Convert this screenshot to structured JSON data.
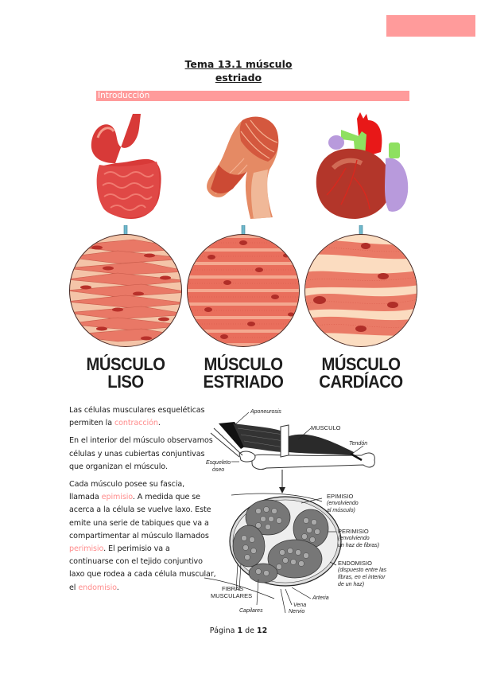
{
  "header": {
    "corner_tab_color": "#ff9b9b"
  },
  "title": {
    "line1": "Tema 13.1 músculo",
    "line2": "estriado"
  },
  "section": {
    "label": "Introducción",
    "bar_color": "#ff9b9b"
  },
  "figure_types": {
    "columns": [
      {
        "line1": "MÚSCULO",
        "line2": "LISO",
        "organ": "stomach-intestines"
      },
      {
        "line1": "MÚSCULO",
        "line2": "ESTRIADO",
        "organ": "arm-muscle"
      },
      {
        "line1": "MÚSCULO",
        "line2": "CARDÍACO",
        "organ": "heart"
      }
    ],
    "arrow_color": "#6fb8cc"
  },
  "body": {
    "p1_a": "Las células musculares esqueléticas permiten la ",
    "p1_hl": "contracción",
    "p1_b": ".",
    "p2": "En el interior del músculo observamos células y unas cubiertas conjuntivas que organizan el músculo.",
    "p3_a": "Cada músculo posee su fascia, llamada ",
    "p3_hl1": "epimisio",
    "p3_b": ". A medida que se acerca a la célula se vuelve laxo. Este emite una serie de tabiques que va a compartimentar al músculo llamados ",
    "p3_hl2": "perimisio",
    "p3_c": ". El perimisio va a continuarse con el tejido conjuntivo laxo que rodea a cada célula muscular, el ",
    "p3_hl3": "endomisio",
    "p3_d": ".",
    "highlight_color": "#ff8c8c"
  },
  "diagram": {
    "labels": {
      "aponeurosis": "Aponeurosis",
      "musculo": "MUSCULO",
      "tendon": "Tendón",
      "esqueleto1": "Esqueleto",
      "esqueleto2": "óseo",
      "epimisio": "EPIMISIO",
      "epimisio_d1": "(envolviendo",
      "epimisio_d2": "al músculo)",
      "perimisio": "PERIMISIO",
      "perimisio_d1": "(envolviendo",
      "perimisio_d2": "un haz de fibras)",
      "endomisio": "ENDOMISIO",
      "endomisio_d1": "(dispuesto entre las",
      "endomisio_d2": "fibras, en el interior",
      "endomisio_d3": "de un haz)",
      "fibras1": "FIBRAS",
      "fibras2": "MUSCULARES",
      "arteria": "Arteria",
      "vena": "Vena",
      "capilares": "Capilares",
      "nervio": "Nervio"
    }
  },
  "footer": {
    "prefix": "Página ",
    "current": "1",
    "middle": " de ",
    "total": "12"
  }
}
